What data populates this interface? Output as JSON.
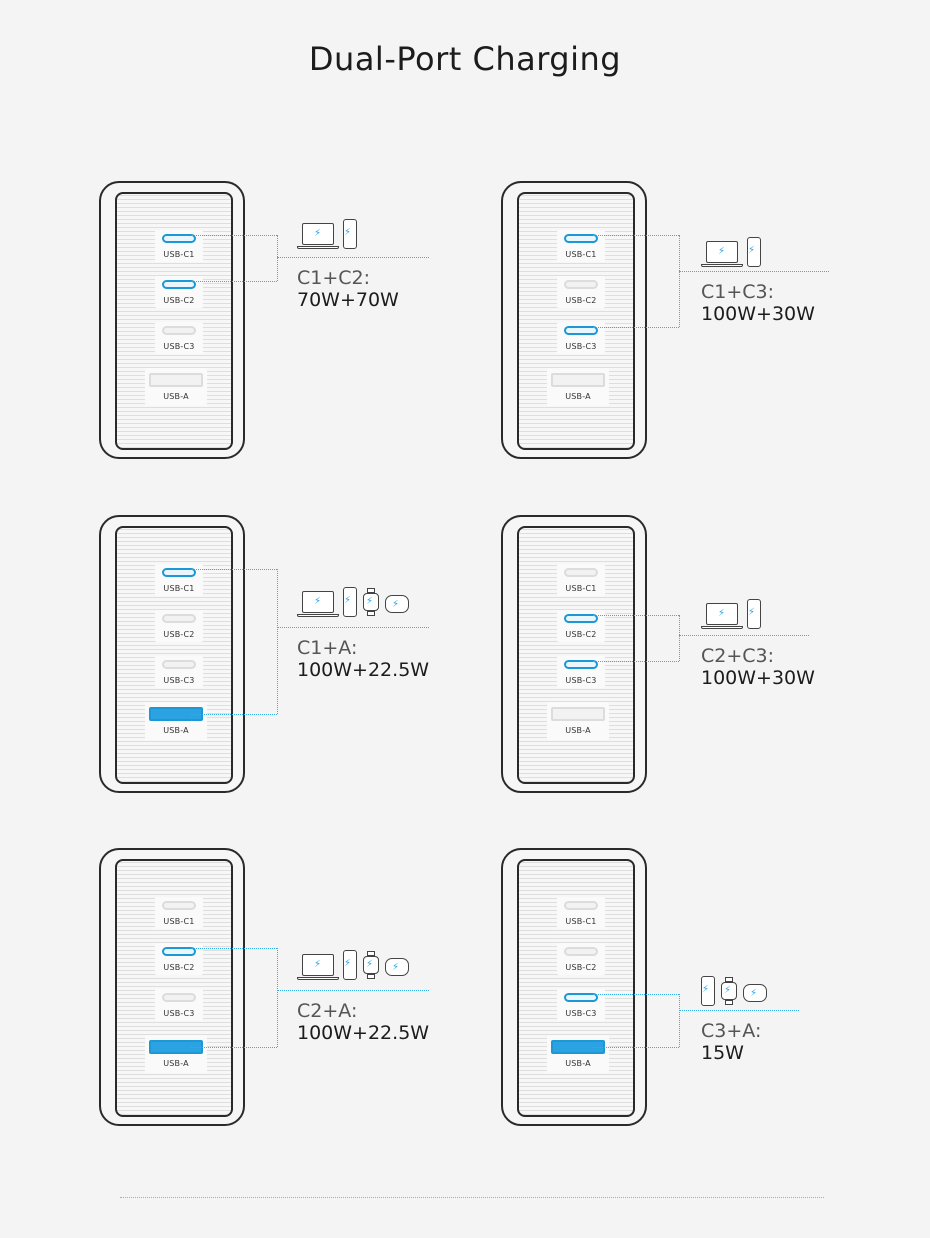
{
  "title": "Dual-Port Charging",
  "accent_color": "#2ba3e2",
  "port_labels": {
    "c1": "USB-C1",
    "c2": "USB-C2",
    "c3": "USB-C3",
    "a": "USB-A"
  },
  "combos": [
    {
      "active": [
        "c1",
        "c2"
      ],
      "combo": "C1+C2:",
      "watts": "70W+70W",
      "devices": [
        "laptop-icon",
        "phone-icon"
      ]
    },
    {
      "active": [
        "c1",
        "c3"
      ],
      "combo": "C1+C3:",
      "watts": "100W+30W",
      "devices": [
        "laptop-icon",
        "phone-icon"
      ]
    },
    {
      "active": [
        "c1",
        "a"
      ],
      "combo": "C1+A:",
      "watts": "100W+22.5W",
      "devices": [
        "laptop-icon",
        "phone-icon",
        "watch-icon",
        "earbuds-case-icon"
      ]
    },
    {
      "active": [
        "c2",
        "c3"
      ],
      "combo": "C2+C3:",
      "watts": "100W+30W",
      "devices": [
        "laptop-icon",
        "phone-icon"
      ]
    },
    {
      "active": [
        "c2",
        "a"
      ],
      "combo": "C2+A:",
      "watts": "100W+22.5W",
      "devices": [
        "laptop-icon",
        "phone-icon",
        "watch-icon",
        "earbuds-case-icon"
      ]
    },
    {
      "active": [
        "c3",
        "a"
      ],
      "combo": "C3+A:",
      "watts": "15W",
      "devices": [
        "phone-icon",
        "watch-icon",
        "earbuds-case-icon"
      ]
    }
  ]
}
